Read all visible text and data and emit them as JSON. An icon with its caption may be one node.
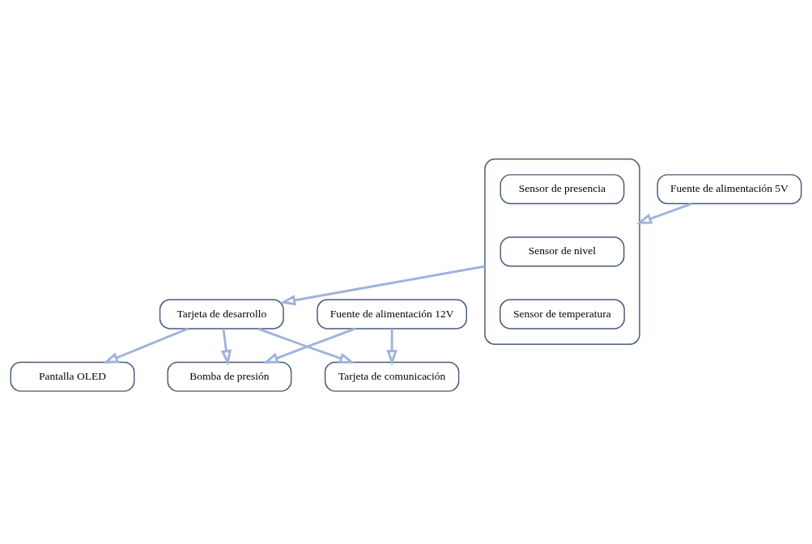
{
  "diagram": {
    "nodes": [
      {
        "text": [
          "Fuente de alimentación 5V"
        ]
      },
      {
        "text": [],
        "shape": "box"
      },
      {
        "text": [
          "Sensor de presencia"
        ],
        "in": 1
      },
      {
        "text": [
          "Sensor de nivel"
        ],
        "in": 1
      },
      {
        "text": [
          "Sensor de temperatura"
        ],
        "in": 1
      },
      {
        "text": [
          "Bomba de presión"
        ]
      },
      {
        "text": [
          "Fuente de alimentación 12V"
        ]
      },
      {
        "text": [
          "Tarjeta de desarrollo"
        ]
      },
      {
        "text": [
          "Tarjeta de comunicación"
        ]
      },
      {
        "text": [
          "Pantalla OLED"
        ]
      }
    ],
    "edges": [
      {
        "from": 0,
        "to": 1,
        "arrow": "to"
      },
      {
        "from": 1,
        "to": 7,
        "arrow": "to"
      },
      {
        "from": 7,
        "to": 5,
        "arrow": "to"
      },
      {
        "from": 6,
        "to": 5,
        "arrow": "to"
      },
      {
        "from": 6,
        "to": 8,
        "arrow": "to"
      },
      {
        "from": 7,
        "to": 8,
        "arrow": "to"
      },
      {
        "from": 7,
        "to": 9,
        "arrow": "to"
      }
    ]
  }
}
